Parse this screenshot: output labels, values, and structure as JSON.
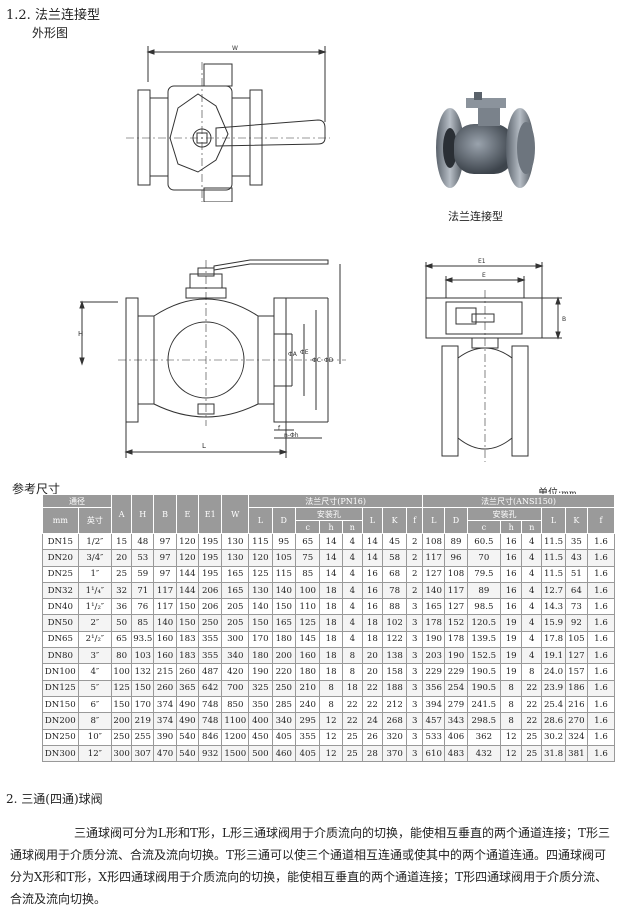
{
  "section_title": "1.2. 法兰连接型",
  "outline_label": "外形图",
  "photo_caption": "法兰连接型",
  "drawing_labels": {
    "W": "W",
    "H": "H",
    "L": "L",
    "phiA": "ΦA",
    "phiE": "ΦE",
    "phiC": "ΦC",
    "phiD": "ΦD",
    "f": "f",
    "n_phi_h": "n-Φh",
    "E1": "E1",
    "E": "E",
    "B": "B"
  },
  "table_title": "参考尺寸",
  "unit_label": "单位:",
  "unit_value": "mm",
  "table": {
    "group_nominal": "通径",
    "sub_mm": "mm",
    "sub_inch": "英寸",
    "basic_cols": [
      "A",
      "H",
      "B",
      "E",
      "E1",
      "W"
    ],
    "group_pn16": "法兰尺寸(PN16)",
    "group_ansi": "法兰尺寸(ANSI150)",
    "mount_hole": "安装孔",
    "flange_cols_pre": [
      "L",
      "D"
    ],
    "mount_cols": [
      "c",
      "h",
      "n"
    ],
    "flange_cols_post": [
      "L",
      "K",
      "f"
    ],
    "ansi_cols_pre": [
      "L",
      "D"
    ],
    "ansi_cols_post": [
      "L",
      "K",
      "f"
    ],
    "rows": [
      [
        "DN15",
        "1/2″",
        "15",
        "48",
        "97",
        "120",
        "195",
        "130",
        "115",
        "95",
        "65",
        "14",
        "4",
        "14",
        "45",
        "2",
        "108",
        "89",
        "60.5",
        "16",
        "4",
        "11.5",
        "35",
        "1.6"
      ],
      [
        "DN20",
        "3/4″",
        "20",
        "53",
        "97",
        "120",
        "195",
        "130",
        "120",
        "105",
        "75",
        "14",
        "4",
        "14",
        "58",
        "2",
        "117",
        "96",
        "70",
        "16",
        "4",
        "11.5",
        "43",
        "1.6"
      ],
      [
        "DN25",
        "1″",
        "25",
        "59",
        "97",
        "144",
        "195",
        "165",
        "125",
        "115",
        "85",
        "14",
        "4",
        "16",
        "68",
        "2",
        "127",
        "108",
        "79.5",
        "16",
        "4",
        "11.5",
        "51",
        "1.6"
      ],
      [
        "DN32",
        "1¹/₄″",
        "32",
        "71",
        "117",
        "144",
        "206",
        "165",
        "130",
        "140",
        "100",
        "18",
        "4",
        "16",
        "78",
        "2",
        "140",
        "117",
        "89",
        "16",
        "4",
        "12.7",
        "64",
        "1.6"
      ],
      [
        "DN40",
        "1¹/₂″",
        "36",
        "76",
        "117",
        "150",
        "206",
        "205",
        "140",
        "150",
        "110",
        "18",
        "4",
        "16",
        "88",
        "3",
        "165",
        "127",
        "98.5",
        "16",
        "4",
        "14.3",
        "73",
        "1.6"
      ],
      [
        "DN50",
        "2″",
        "50",
        "85",
        "140",
        "150",
        "250",
        "205",
        "150",
        "165",
        "125",
        "18",
        "4",
        "18",
        "102",
        "3",
        "178",
        "152",
        "120.5",
        "19",
        "4",
        "15.9",
        "92",
        "1.6"
      ],
      [
        "DN65",
        "2¹/₂″",
        "65",
        "93.5",
        "160",
        "183",
        "355",
        "300",
        "170",
        "180",
        "145",
        "18",
        "4",
        "18",
        "122",
        "3",
        "190",
        "178",
        "139.5",
        "19",
        "4",
        "17.8",
        "105",
        "1.6"
      ],
      [
        "DN80",
        "3″",
        "80",
        "103",
        "160",
        "183",
        "355",
        "340",
        "180",
        "200",
        "160",
        "18",
        "8",
        "20",
        "138",
        "3",
        "203",
        "190",
        "152.5",
        "19",
        "4",
        "19.1",
        "127",
        "1.6"
      ],
      [
        "DN100",
        "4″",
        "100",
        "132",
        "215",
        "260",
        "487",
        "420",
        "190",
        "220",
        "180",
        "18",
        "8",
        "20",
        "158",
        "3",
        "229",
        "229",
        "190.5",
        "19",
        "8",
        "24.0",
        "157",
        "1.6"
      ],
      [
        "DN125",
        "5″",
        "125",
        "150",
        "260",
        "365",
        "642",
        "700",
        "325",
        "250",
        "210",
        "8",
        "18",
        "22",
        "188",
        "3",
        "356",
        "254",
        "190.5",
        "8",
        "22",
        "23.9",
        "186",
        "1.6"
      ],
      [
        "DN150",
        "6″",
        "150",
        "170",
        "374",
        "490",
        "748",
        "850",
        "350",
        "285",
        "240",
        "8",
        "22",
        "22",
        "212",
        "3",
        "394",
        "279",
        "241.5",
        "8",
        "22",
        "25.4",
        "216",
        "1.6"
      ],
      [
        "DN200",
        "8″",
        "200",
        "219",
        "374",
        "490",
        "748",
        "1100",
        "400",
        "340",
        "295",
        "12",
        "22",
        "24",
        "268",
        "3",
        "457",
        "343",
        "298.5",
        "8",
        "22",
        "28.6",
        "270",
        "1.6"
      ],
      [
        "DN250",
        "10″",
        "250",
        "255",
        "390",
        "540",
        "846",
        "1200",
        "450",
        "405",
        "355",
        "12",
        "25",
        "26",
        "320",
        "3",
        "533",
        "406",
        "362",
        "12",
        "25",
        "30.2",
        "324",
        "1.6"
      ],
      [
        "DN300",
        "12″",
        "300",
        "307",
        "470",
        "540",
        "932",
        "1500",
        "500",
        "460",
        "405",
        "12",
        "25",
        "28",
        "370",
        "3",
        "610",
        "483",
        "432",
        "12",
        "25",
        "31.8",
        "381",
        "1.6"
      ]
    ]
  },
  "section2_title": "2. 三通(四通)球阀",
  "section2_text": "三通球阀可分为L形和T形，L形三通球阀用于介质流向的切换，能使相互垂直的两个通道连接；T形三通球阀用于介质分流、合流及流向切换。T形三通可以使三个通道相互连通或使其中的两个通道连通。四通球阀可分为X形和T形，X形四通球阀用于介质流向的切换，能使相互垂直的两个通道连接；T形四通球阀用于介质分流、合流及流向切换。"
}
